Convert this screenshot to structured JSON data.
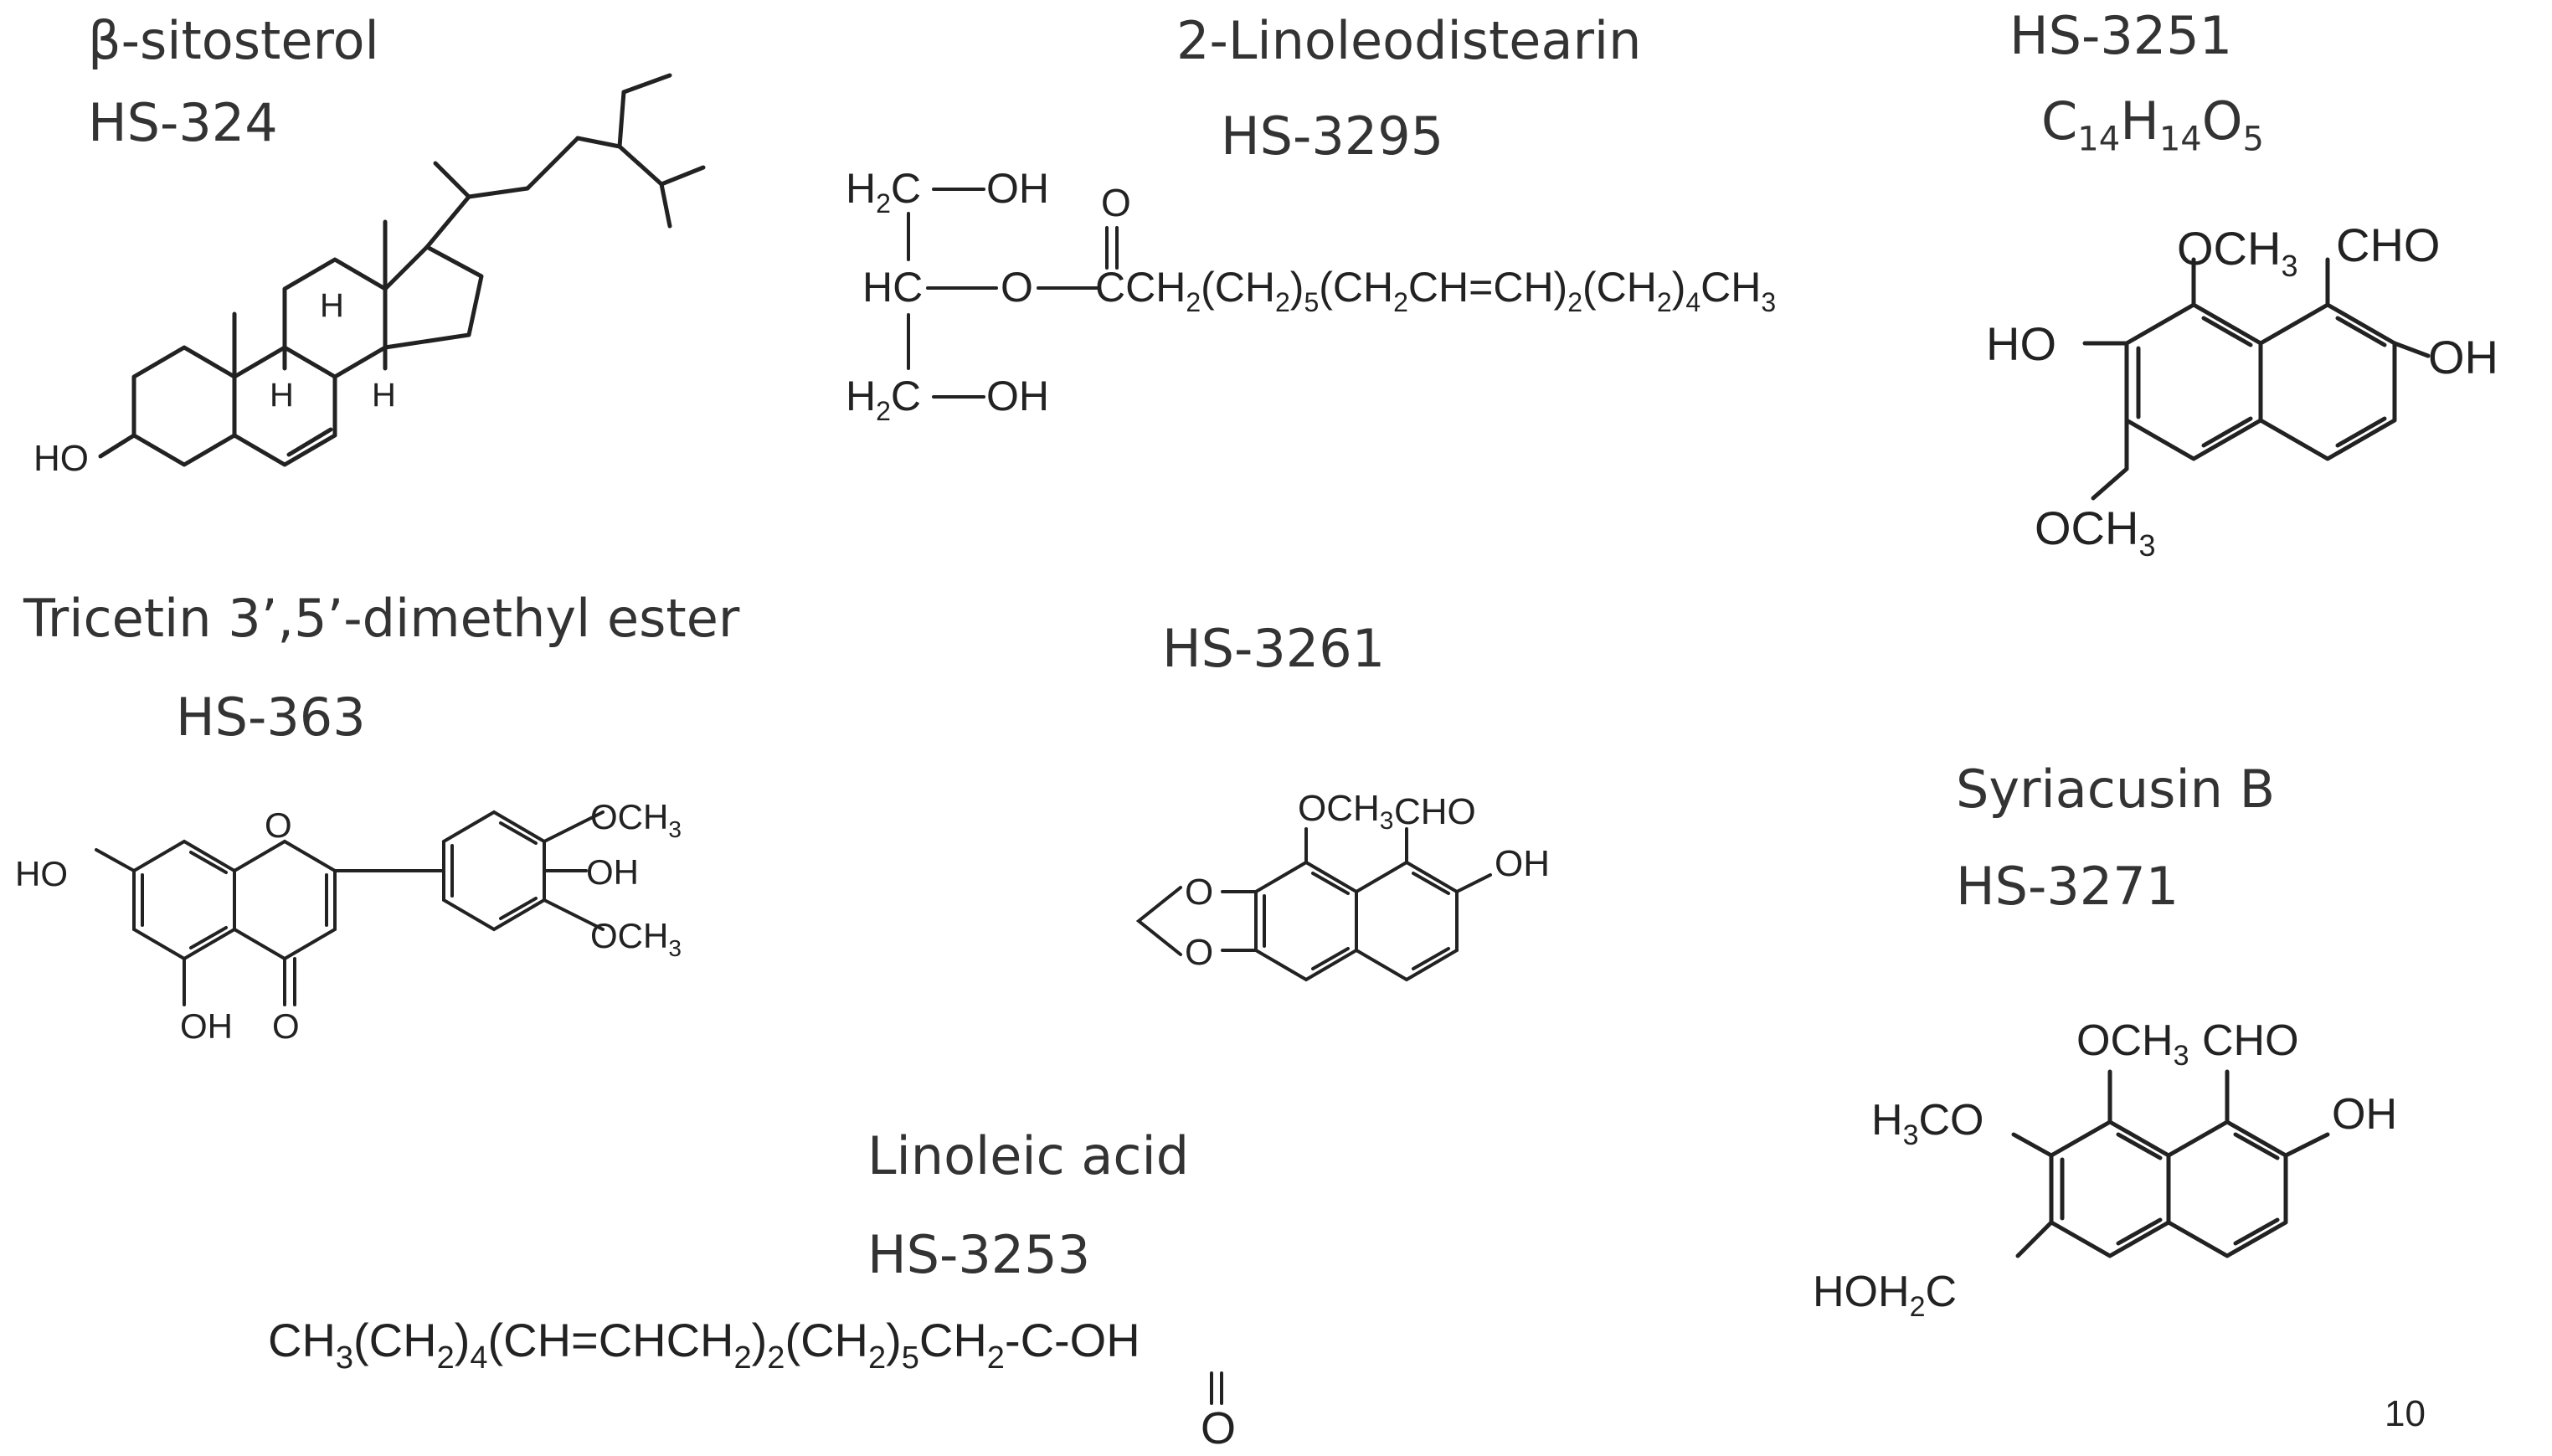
{
  "compounds": [
    {
      "name": "β-sitosterol",
      "code": "HS-324",
      "atoms": {
        "ho": "HO",
        "h1": "H",
        "h2": "H",
        "h3": "H"
      }
    },
    {
      "name": "2-Linoleodistearin",
      "code": "HS-3295"
    },
    {
      "name": "",
      "code": "HS-3251",
      "formula": "C14H14O5"
    },
    {
      "name": "Tricetin 3’,5’-dimethyl ester",
      "code": "HS-363"
    },
    {
      "name": "",
      "code": "HS-3261"
    },
    {
      "name": "Syriacusin B",
      "code": "HS-3271"
    },
    {
      "name": "Linoleic acid",
      "code": "HS-3253"
    }
  ],
  "page_number": "10"
}
